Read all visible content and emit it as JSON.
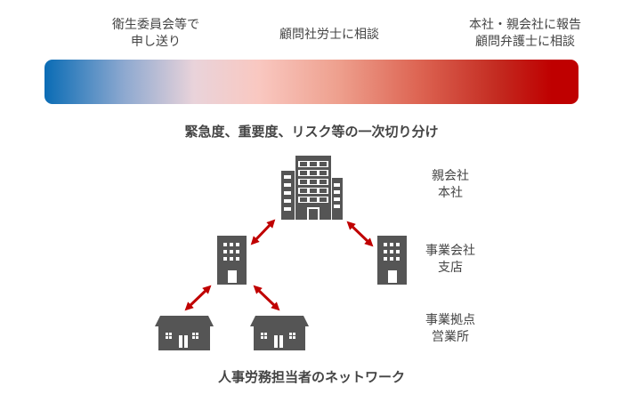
{
  "scale": {
    "left_label": [
      "衛生委員会等で",
      "申し送り"
    ],
    "middle_label": "顧問社労士に相談",
    "right_label": [
      "本社・親会社に報告",
      "顧問弁護士に相談"
    ],
    "gradient_from": "#0a6cb5",
    "gradient_to": "#bf0000",
    "caption": "緊急度、重要度、リスク等の一次切り分け"
  },
  "hierarchy": {
    "levels": [
      {
        "lines": [
          "親会社",
          "本社"
        ],
        "icon": "headquarters-building-icon"
      },
      {
        "lines": [
          "事業会社",
          "支店"
        ],
        "icon": "office-building-icon"
      },
      {
        "lines": [
          "事業拠点",
          "営業所"
        ],
        "icon": "house-icon"
      }
    ],
    "caption": "人事労務担当者のネットワーク",
    "icon_color": "#555555",
    "arrow_color": "#c00000"
  }
}
